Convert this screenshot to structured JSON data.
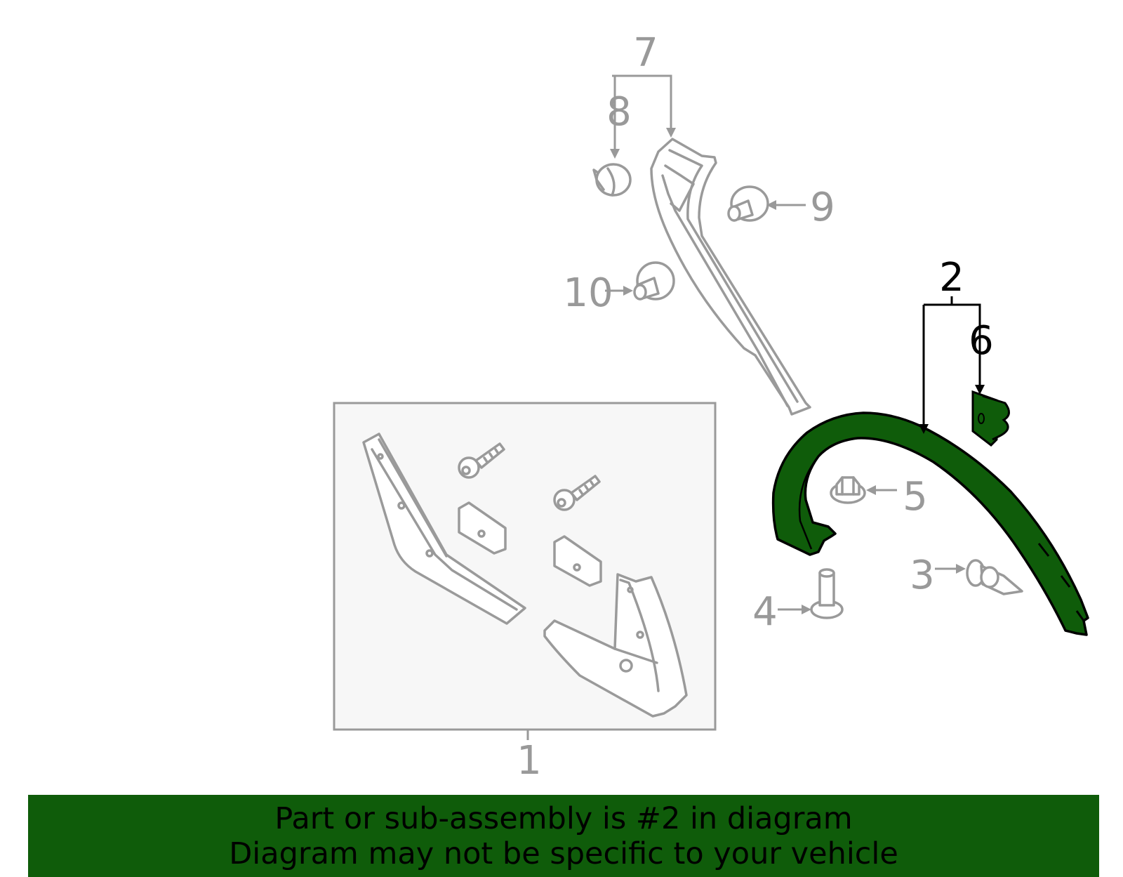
{
  "callouts": {
    "c1": "1",
    "c2": "2",
    "c3": "3",
    "c4": "4",
    "c5": "5",
    "c6": "6",
    "c7": "7",
    "c8": "8",
    "c9": "9",
    "c10": "10"
  },
  "highlighted_part": "2",
  "colors": {
    "highlight": "#0f5c0a",
    "outline_gray": "#9a9a9a",
    "box_fill": "#f7f7f7",
    "banner": "#0f5c0a"
  },
  "banner": {
    "line1": "Part or sub-assembly is #2 in diagram",
    "line2": "Diagram may not be specific to your vehicle"
  }
}
